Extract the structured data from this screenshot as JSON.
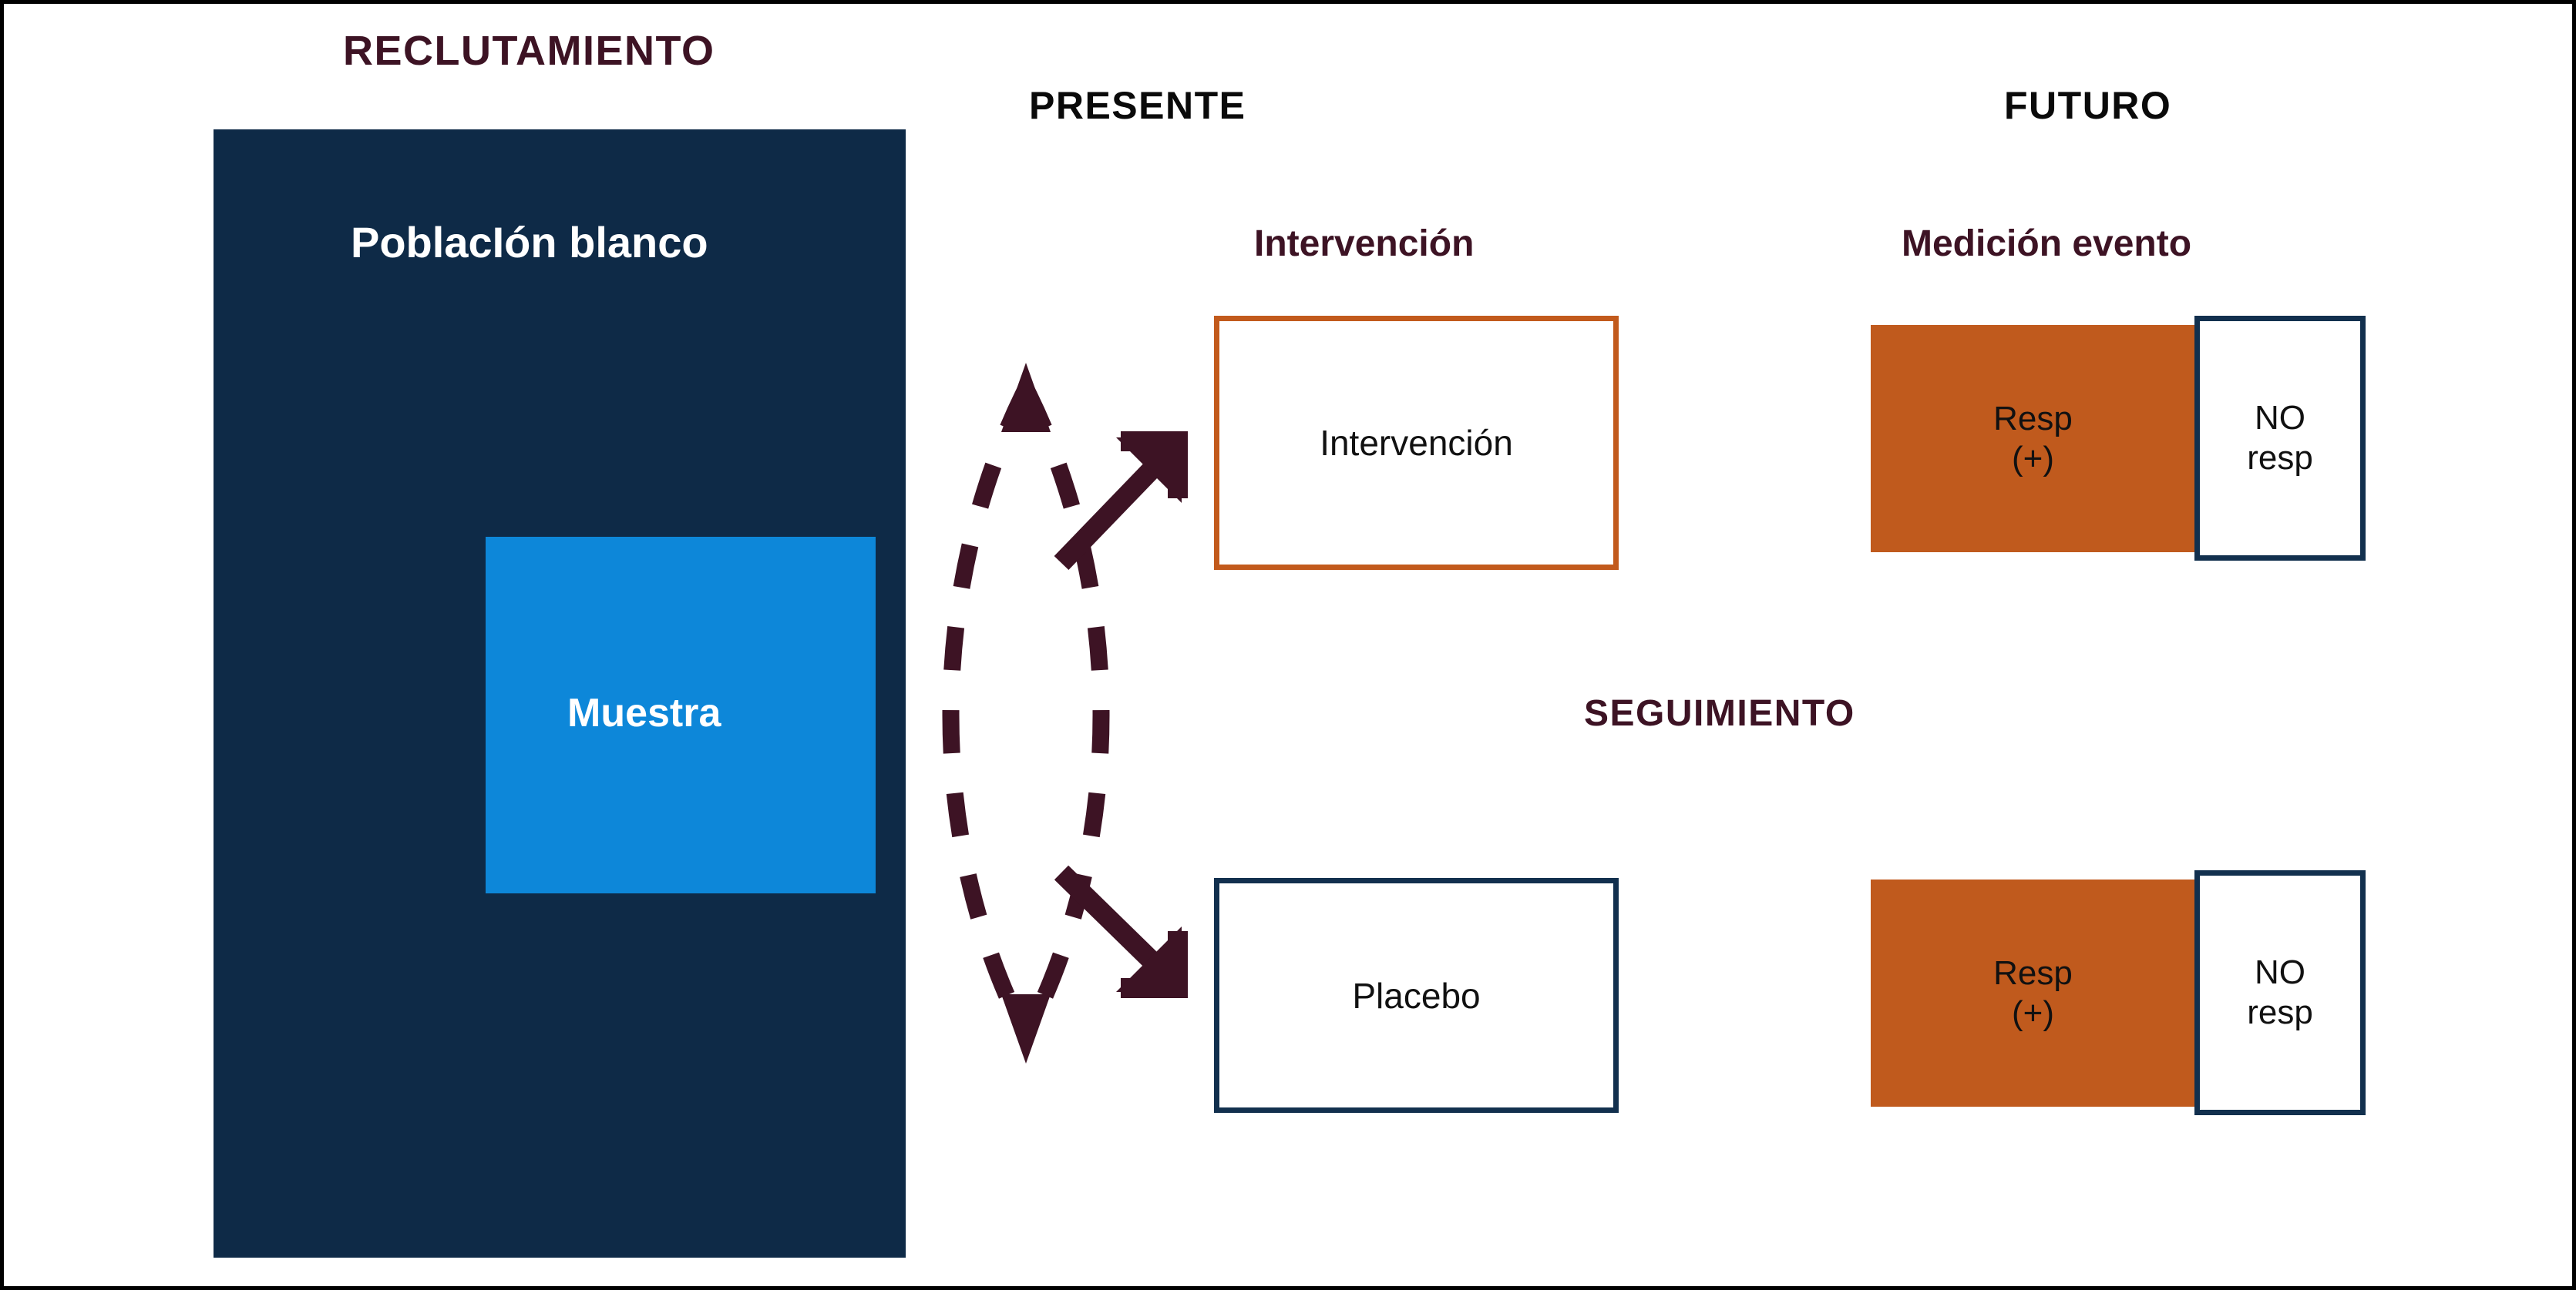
{
  "diagram": {
    "title": "Randomized controlled trial schematic",
    "colors": {
      "navy": "#0e2a47",
      "blue": "#0d87d9",
      "maroon": "#3d1324",
      "orange": "#c05a1d",
      "orange_border": "#c25a1c",
      "white": "#ffffff",
      "black": "#0a0a0a"
    }
  },
  "headings": {
    "reclutamiento": "RECLUTAMIENTO",
    "presente": "PRESENTE",
    "futuro": "FUTURO",
    "intervencion": "Intervención",
    "medicion_evento": "Medición evento",
    "seguimiento": "SEGUIMIENTO"
  },
  "recruitment": {
    "population_label": "PoblacIón blanco",
    "sample_label": "Muestra"
  },
  "arms": [
    {
      "id": "intervention",
      "label": "Intervención",
      "border_color": "#c25a1c"
    },
    {
      "id": "placebo",
      "label": "Placebo",
      "border_color": "#12304e"
    }
  ],
  "outcomes": [
    {
      "id": "intervention-outcome",
      "responder_line1": "Resp",
      "responder_line2": "(+)",
      "nonresponder_line1": "NO",
      "nonresponder_line2": "resp"
    },
    {
      "id": "placebo-outcome",
      "responder_line1": "Resp",
      "responder_line2": "(+)",
      "nonresponder_line1": "NO",
      "nonresponder_line2": "resp"
    }
  ],
  "connectors": {
    "randomization_shape": "dashed-lens-double-arrow",
    "arrow_to_intervention": "solid-arrow-up-right",
    "arrow_to_placebo": "solid-arrow-down-right"
  }
}
